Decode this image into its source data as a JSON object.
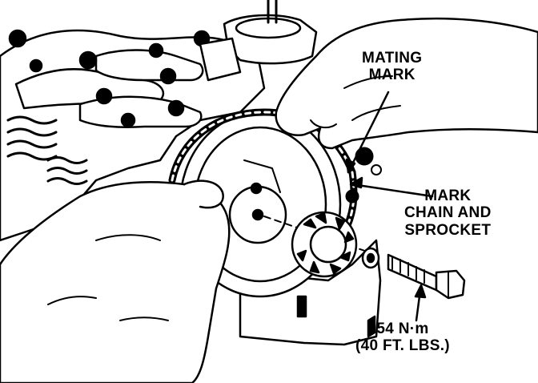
{
  "figure": {
    "labels": {
      "mating_mark": [
        "MATING",
        "MARK"
      ],
      "mark_chain_sprocket": [
        "MARK",
        "CHAIN AND",
        "SPROCKET"
      ],
      "torque": [
        "54 N·m",
        "(40 FT. LBS.)"
      ]
    },
    "ink_color": "#000000",
    "paper_color": "#ffffff"
  }
}
